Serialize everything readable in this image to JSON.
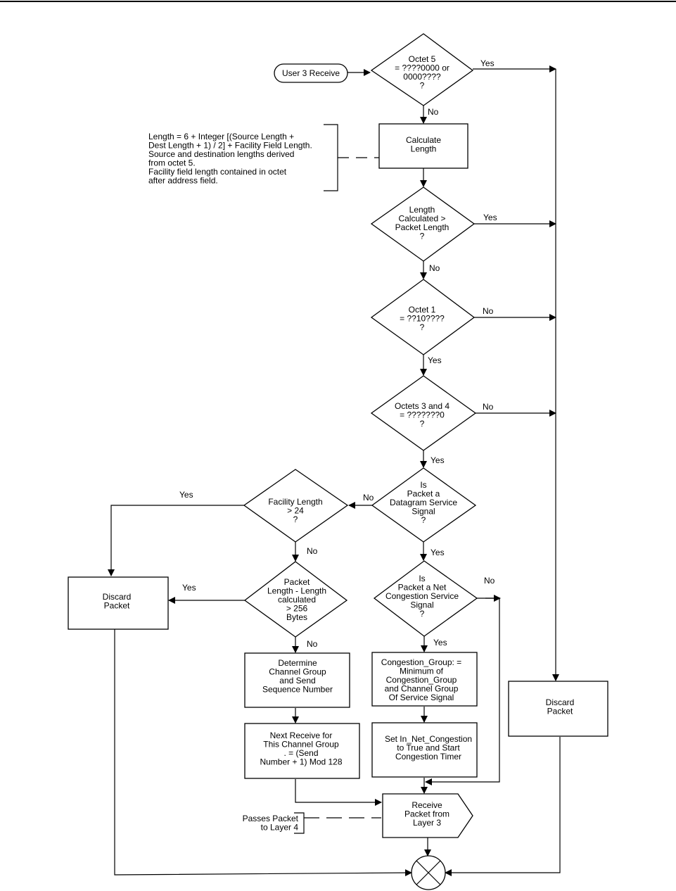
{
  "nodes": {
    "start": [
      "User 3 Receive"
    ],
    "d_octet5": [
      "Octet 5",
      "= ????0000 or",
      "0000????",
      "?"
    ],
    "calc_length": [
      "Calculate",
      "Length"
    ],
    "d_length_gt": [
      "Length",
      "Calculated >",
      "Packet Length",
      "?"
    ],
    "d_octet1": [
      "Octet 1",
      "= ??10????",
      "?"
    ],
    "d_octets34": [
      "Octets 3 and 4",
      "= ???????0",
      "?"
    ],
    "d_datagram": [
      "Is",
      "Packet a",
      "Datagram Service",
      "Signal",
      "?"
    ],
    "d_facility": [
      "Facility Length",
      "> 24",
      "?"
    ],
    "d_packet_len": [
      "Packet",
      "Length - Length",
      "calculated",
      "> 256",
      "Bytes"
    ],
    "d_net_congestion": [
      "Is",
      "Packet a Net",
      "Congestion Service",
      "Signal",
      "?"
    ],
    "discard_left": [
      "Discard",
      "Packet"
    ],
    "discard_right": [
      "Discard",
      "Packet"
    ],
    "determine_channel": [
      "Determine",
      "Channel Group",
      "and Send",
      "Sequence Number"
    ],
    "next_receive": [
      "Next Receive for",
      "This Channel Group",
      ". = (Send",
      "Number + 1) Mod 128"
    ],
    "congestion_group": [
      "Congestion_Group: =",
      "Minimum of",
      "Congestion_Group",
      "and Channel Group",
      "Of Service Signal"
    ],
    "set_net_congestion": [
      "Set In_Net_Congestion",
      "to True and Start",
      "Congestion Timer"
    ],
    "receive_packet": [
      "Receive",
      "Packet from",
      "Layer 3"
    ]
  },
  "notes": {
    "length_formula": [
      "Length = 6 + Integer [(Source Length +",
      "Dest Length + 1) / 2] + Facility Field Length.",
      "Source and destination lengths derived",
      "from octet 5.",
      "Facility field length contained in octet",
      "after address field."
    ],
    "passes_packet": [
      "Passes Packet",
      "to Layer 4"
    ]
  },
  "edges": {
    "octet5_yes": "Yes",
    "octet5_no": "No",
    "length_yes": "Yes",
    "length_no": "No",
    "octet1_no": "No",
    "octet1_yes": "Yes",
    "octets34_no": "No",
    "octets34_yes": "Yes",
    "datagram_no": "No",
    "datagram_yes": "Yes",
    "facility_yes": "Yes",
    "facility_no": "No",
    "packet_len_yes": "Yes",
    "packet_len_no": "No",
    "net_congestion_no": "No",
    "net_congestion_yes": "Yes"
  }
}
